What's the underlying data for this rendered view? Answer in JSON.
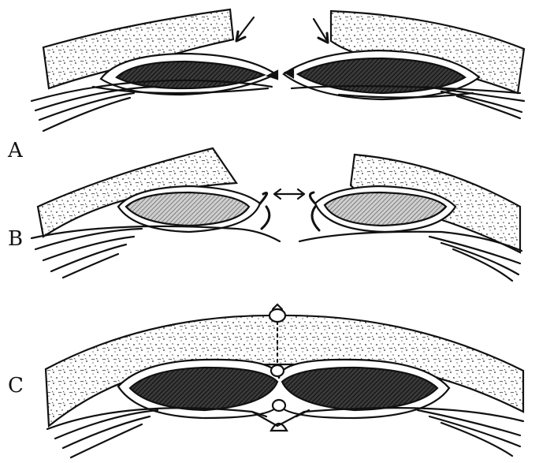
{
  "panels": [
    {
      "label": "A"
    },
    {
      "label": "B"
    },
    {
      "label": "C"
    }
  ],
  "colors": {
    "ink": "#111111",
    "paper": "#ffffff",
    "dark_fill": "#2a2a2a",
    "light_fill": "#8a8a8a"
  }
}
